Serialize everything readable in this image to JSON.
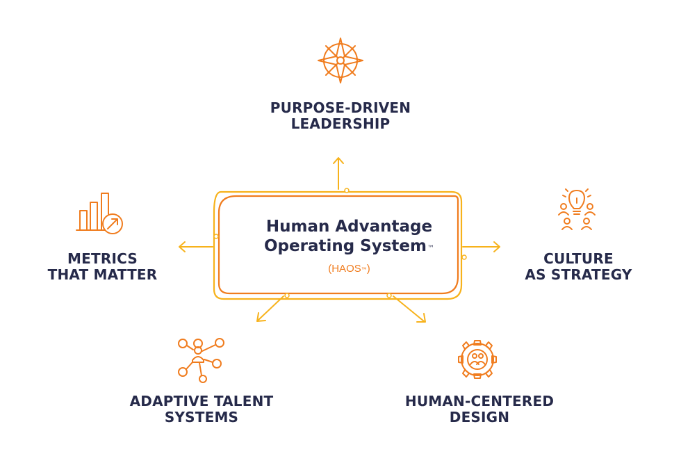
{
  "center": {
    "title_line1": "Human Advantage",
    "title_line2": "Operating System",
    "title_mark": "™",
    "subtitle": "(HAOS",
    "subtitle_mark": "™",
    "subtitle_close": ")"
  },
  "pillars": {
    "top": {
      "line1": "PURPOSE-DRIVEN",
      "line2": "LEADERSHIP",
      "icon": "compass-icon"
    },
    "left": {
      "line1": "METRICS",
      "line2": "THAT MATTER",
      "icon": "bar-chart-icon"
    },
    "right": {
      "line1": "CULTURE",
      "line2": "AS STRATEGY",
      "icon": "team-idea-icon"
    },
    "bottom_left": {
      "line1": "ADAPTIVE TALENT",
      "line2": "SYSTEMS",
      "icon": "network-person-icon"
    },
    "bottom_right": {
      "line1": "HUMAN-CENTERED",
      "line2": "DESIGN",
      "icon": "gear-people-icon"
    }
  },
  "colors": {
    "navy": "#262a4a",
    "orange": "#f07c1e",
    "yellow": "#f7b21b"
  }
}
